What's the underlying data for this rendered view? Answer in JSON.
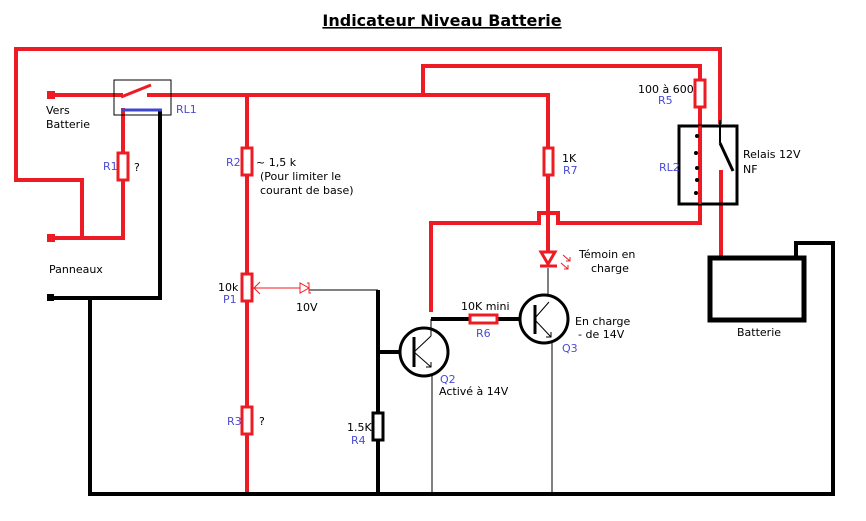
{
  "title": "Indicateur Niveau Batterie",
  "colors": {
    "positive_wire": "#ed1c24",
    "negative_wire": "#000000",
    "reference_label": "#4b4bd6",
    "relay_coil_bar": "#3f48cc"
  },
  "terminals": {
    "battery": {
      "label_line1": "Vers",
      "label_line2": "Batterie"
    },
    "panels": {
      "label": "Panneaux"
    }
  },
  "components": {
    "rl1": {
      "ref": "RL1"
    },
    "r1": {
      "ref": "R1",
      "value": "?"
    },
    "r2": {
      "ref": "R2",
      "value": "~ 1,5 k",
      "note_line1": "(Pour limiter le",
      "note_line2": "courant de base)"
    },
    "p1": {
      "ref": "P1",
      "value": "10k"
    },
    "zener": {
      "value": "10V"
    },
    "r3": {
      "ref": "R3",
      "value": "?"
    },
    "r4": {
      "ref": "R4",
      "value": "1.5K"
    },
    "q2": {
      "ref": "Q2",
      "note": "Activé à 14V"
    },
    "r6": {
      "ref": "R6",
      "value": "10K mini"
    },
    "q3": {
      "ref": "Q3",
      "note_line1": "En charge",
      "note_line2": "- de 14V"
    },
    "r7": {
      "ref": "R7",
      "value": "1K"
    },
    "led": {
      "note_line1": "Témoin en",
      "note_line2": "charge"
    },
    "r5": {
      "ref": "R5",
      "value": "100 à 600"
    },
    "rl2": {
      "ref": "RL2",
      "note_line1": "Relais 12V",
      "note_line2": "NF"
    },
    "battery": {
      "label": "Batterie"
    }
  }
}
